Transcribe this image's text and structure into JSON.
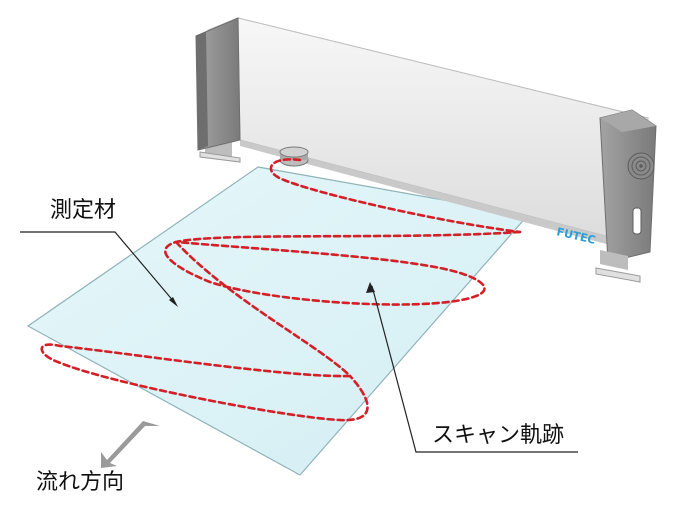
{
  "labels": {
    "material": "測定材",
    "scan_path": "スキャン軌跡",
    "flow_direction": "流れ方向"
  },
  "device": {
    "brand": "FUTEC"
  },
  "colors": {
    "sheet_fill": "#def3f7",
    "sheet_edge": "#8fb3ba",
    "scan_path": "#d41f26",
    "device_body": "#ececec",
    "device_cap": "#8c8c8c",
    "brand": "#2a9fd6",
    "arrow": "#999999"
  },
  "icons": [
    "flow-arrow-icon",
    "speaker-grille-icon",
    "sensor-lens-icon"
  ]
}
